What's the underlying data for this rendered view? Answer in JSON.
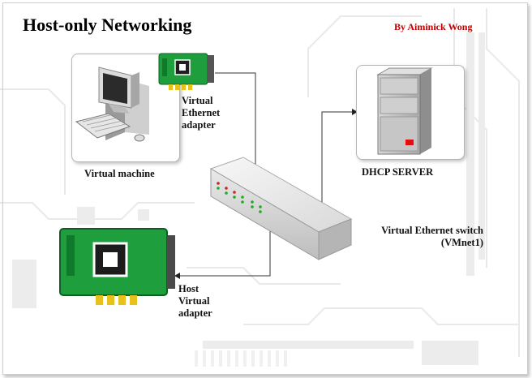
{
  "title": "Host-only Networking",
  "author": "By Aiminick Wong",
  "nodes": {
    "virtual_machine": "Virtual machine",
    "virtual_adapter_lines": [
      "Virtual",
      "Ethernet",
      "adapter"
    ],
    "dhcp_server": "DHCP SERVER",
    "switch_lines": [
      "Virtual Ethernet switch",
      "(VMnet1)"
    ],
    "host_adapter_lines": [
      "Host",
      "Virtual",
      "adapter"
    ]
  },
  "colors": {
    "card_green": "#1e9e3c",
    "chip_pin_gold": "#e8c21a",
    "server_led": "#e01010",
    "author_red": "#c00000"
  }
}
